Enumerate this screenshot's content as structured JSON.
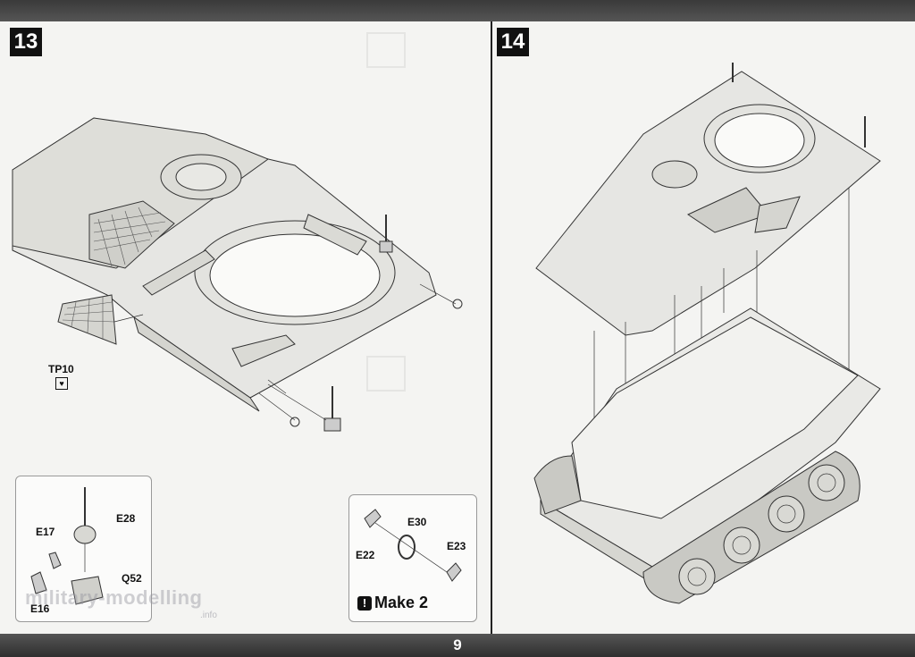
{
  "page": {
    "number": "9"
  },
  "steps": [
    {
      "number": "13"
    },
    {
      "number": "14"
    }
  ],
  "step13": {
    "parts": {
      "tp10": "TP10"
    },
    "callout": {
      "e28": "E28",
      "e17": "E17",
      "q52": "Q52",
      "e16": "E16"
    },
    "make_box": {
      "e30": "E30",
      "e22": "E22",
      "e23": "E23",
      "make_label": "Make 2"
    }
  },
  "watermark": {
    "text": "military-modelling",
    "suffix": ".info"
  },
  "colors": {
    "bars": "#3a3a3a",
    "badge": "#111111",
    "paper": "#f4f4f2"
  }
}
